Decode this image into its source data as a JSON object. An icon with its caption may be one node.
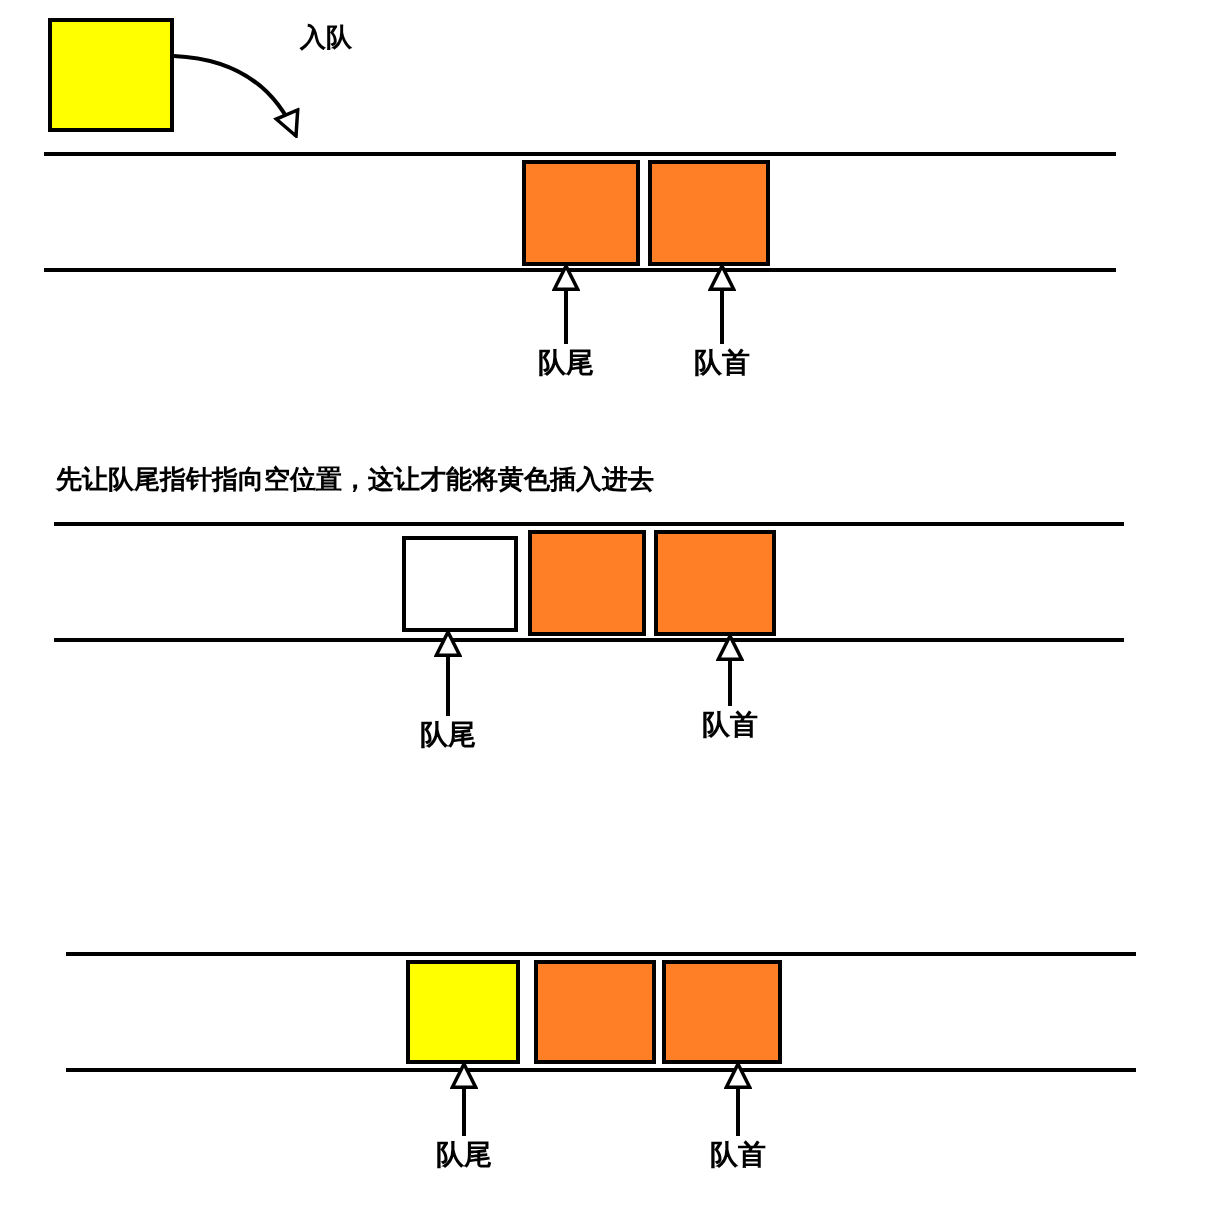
{
  "diagram": {
    "nodes": [
      {
        "text": [],
        "shape": "box"
      },
      {
        "text": [],
        "shape": "box"
      },
      {
        "text": [],
        "shape": "box"
      },
      {
        "text": [
          "队尾"
        ]
      },
      {
        "text": [
          "队首"
        ]
      },
      {
        "text": [],
        "shape": "box"
      },
      {
        "text": [],
        "shape": "box"
      },
      {
        "text": [],
        "shape": "box"
      },
      {
        "text": [
          "队尾"
        ]
      },
      {
        "text": [
          "队首"
        ]
      },
      {
        "text": [],
        "shape": "box"
      },
      {
        "text": [],
        "shape": "box"
      },
      {
        "text": [],
        "shape": "box"
      },
      {
        "text": [
          "队尾"
        ]
      },
      {
        "text": [
          "队首"
        ]
      }
    ],
    "edges": [
      {
        "from": 0,
        "to": null,
        "arrow": "to",
        "label": "入队"
      },
      {
        "from": 3,
        "to": 1,
        "arrow": "to"
      },
      {
        "from": 4,
        "to": 2,
        "arrow": "to"
      },
      {
        "from": 8,
        "to": 5,
        "arrow": "to"
      },
      {
        "from": 9,
        "to": 7,
        "arrow": "to"
      },
      {
        "from": 13,
        "to": 10,
        "arrow": "to"
      },
      {
        "from": 14,
        "to": 12,
        "arrow": "to"
      }
    ],
    "labels": [
      "先让队尾指针指向空位置，这让才能将黄色插入进去"
    ]
  }
}
